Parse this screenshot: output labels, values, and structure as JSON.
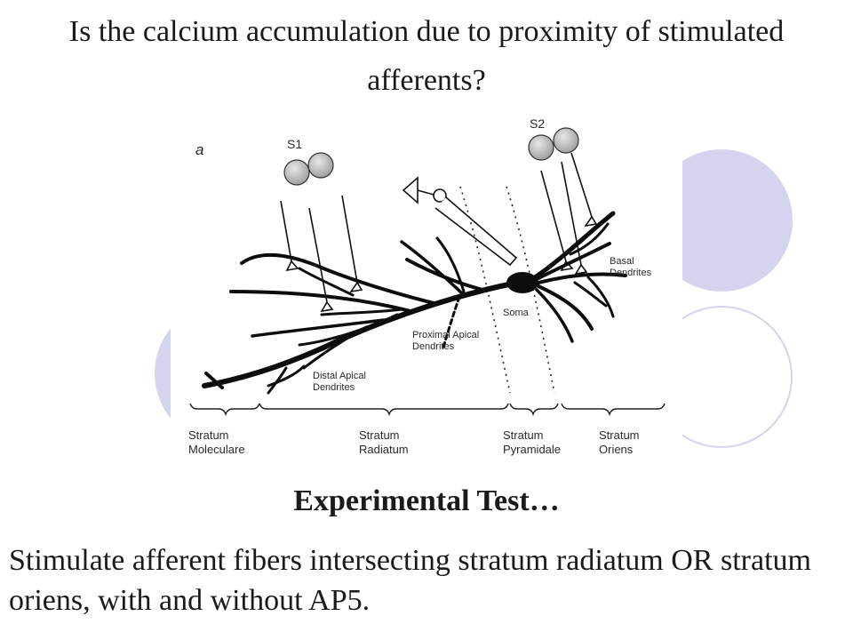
{
  "slide": {
    "title": "Is the calcium accumulation due to proximity of stimulated afferents?",
    "subtitle": "Experimental Test…",
    "body": "Stimulate afferent fibers intersecting stratum radiatum OR stratum oriens, with and without AP5."
  },
  "figure": {
    "panel_letter": "a",
    "stimulators": [
      "S1",
      "S2"
    ],
    "labels": {
      "basal": [
        "Basal",
        "Dendrites"
      ],
      "soma": "Soma",
      "proximal": [
        "Proximal Apical",
        "Dendrites"
      ],
      "distal": [
        "Distal Apical",
        "Dendrites"
      ]
    },
    "layers": [
      [
        "Stratum",
        "Moleculare"
      ],
      [
        "Stratum",
        "Radiatum"
      ],
      [
        "Stratum",
        "Pyramidale"
      ],
      [
        "Stratum",
        "Oriens"
      ]
    ]
  },
  "colors": {
    "accent": "#d4d4ee",
    "ring": "#d4d4ee",
    "stimulator": "#bdbdbd",
    "ink": "#111111"
  }
}
